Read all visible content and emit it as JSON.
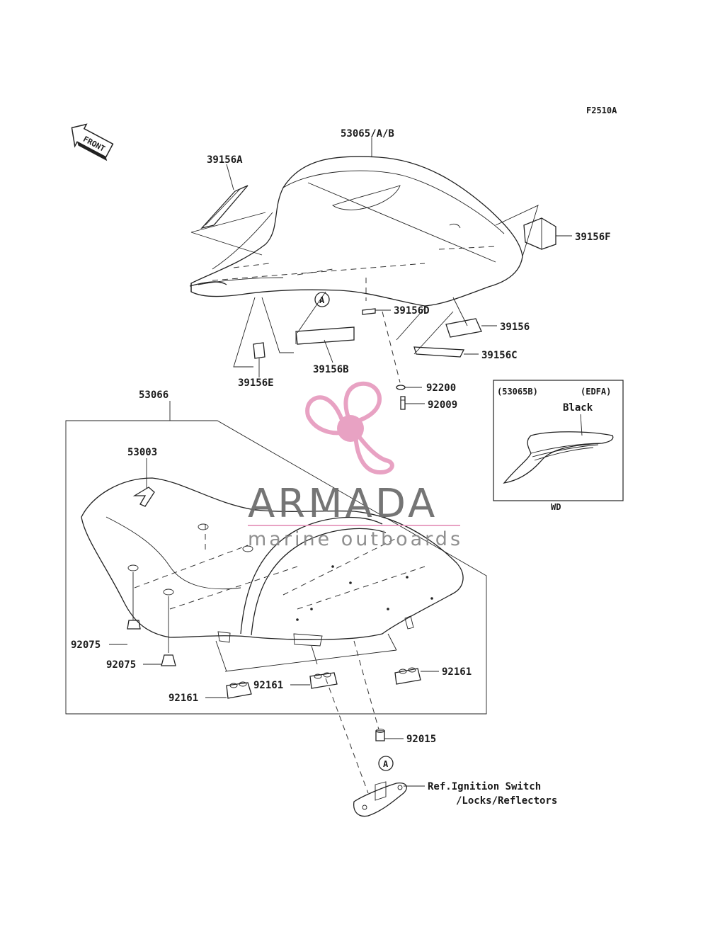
{
  "diagram_code": "F2510A",
  "front_label": "FRONT",
  "parts": {
    "p53065": "53065/A/B",
    "p39156A": "39156A",
    "p39156F": "39156F",
    "p39156D": "39156D",
    "p39156": "39156",
    "p39156C": "39156C",
    "p39156B": "39156B",
    "p39156E": "39156E",
    "p92200": "92200",
    "p92009": "92009",
    "p53066": "53066",
    "p53003": "53003",
    "p92075a": "92075",
    "p92075b": "92075",
    "p92161a": "92161",
    "p92161b": "92161",
    "p92161c": "92161",
    "p92015": "92015"
  },
  "ref_marker": "A",
  "ref_note_line1": "Ref.Ignition Switch",
  "ref_note_line2": "/Locks/Reflectors",
  "inset": {
    "code": "(53065B)",
    "variant": "(EDFA)",
    "color": "Black",
    "caption": "WD"
  },
  "watermark": {
    "title": "ARMADA",
    "subtitle": "marine outboards",
    "accent_color": "#e79ec0"
  }
}
